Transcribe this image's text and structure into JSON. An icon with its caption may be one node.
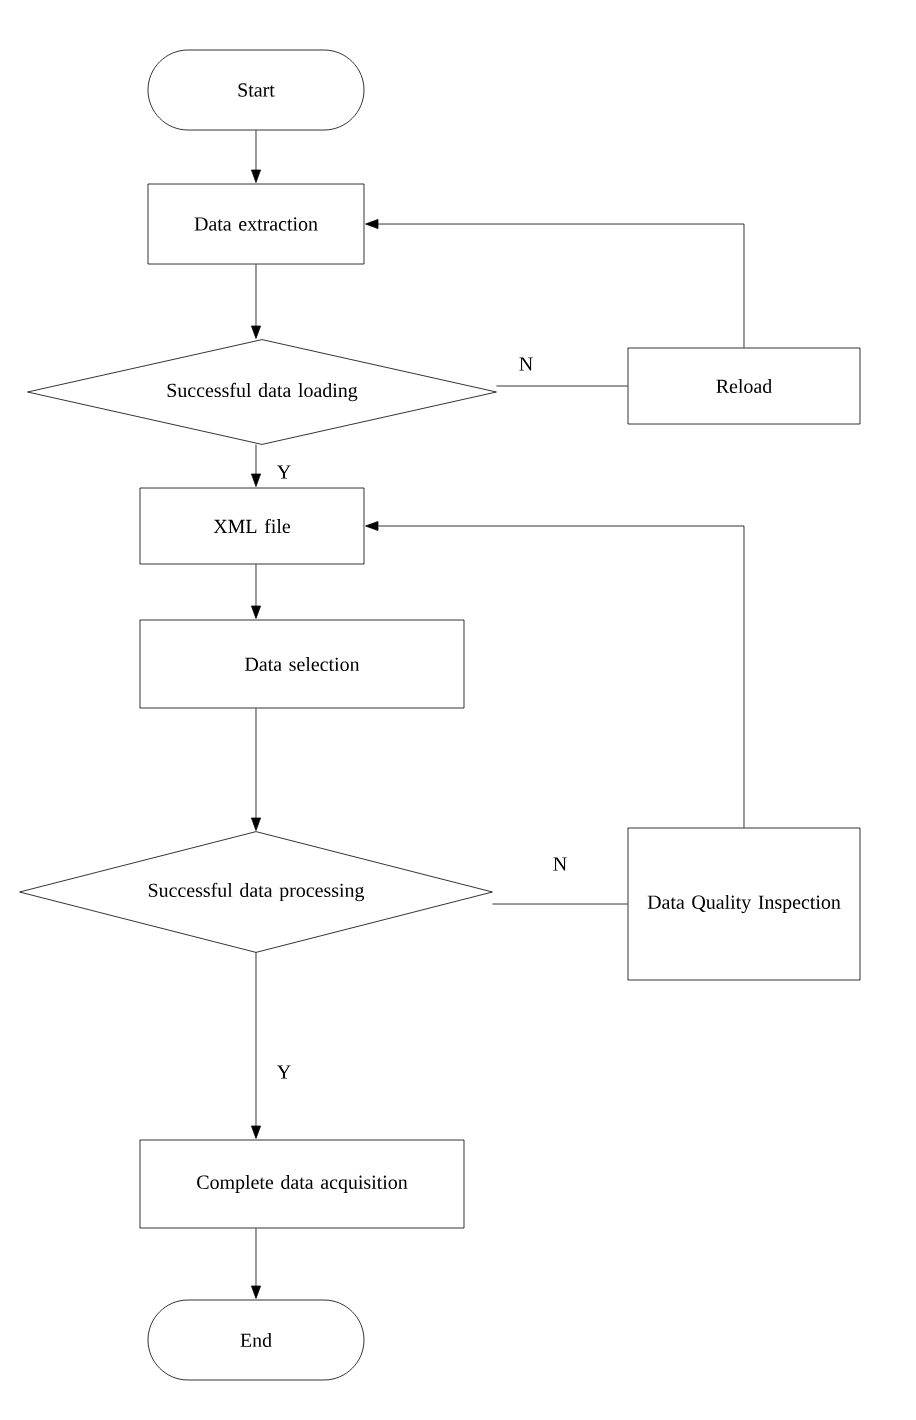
{
  "diagram": {
    "nodes": [
      {
        "text": [
          "Start"
        ]
      },
      {
        "text": [
          "Data extraction"
        ]
      },
      {
        "text": [
          "Successful data loading"
        ]
      },
      {
        "text": [
          "Reload"
        ]
      },
      {
        "text": [
          "XML file"
        ]
      },
      {
        "text": [
          "Data selection"
        ]
      },
      {
        "text": [
          "Successful data processing"
        ]
      },
      {
        "text": [
          "Data Quality Inspection"
        ]
      },
      {
        "text": [
          "Complete data acquisition"
        ]
      },
      {
        "text": [
          "End"
        ]
      }
    ],
    "edges": [
      {
        "from": 0,
        "to": 1,
        "arrow": "to"
      },
      {
        "from": 1,
        "to": 2,
        "arrow": "to"
      },
      {
        "from": 2,
        "to": 3,
        "arrow": "none",
        "label": "N"
      },
      {
        "from": 3,
        "to": 1,
        "arrow": "to"
      },
      {
        "from": 2,
        "to": 4,
        "arrow": "to",
        "label": "Y"
      },
      {
        "from": 4,
        "to": 5,
        "arrow": "to"
      },
      {
        "from": 5,
        "to": 6,
        "arrow": "to"
      },
      {
        "from": 6,
        "to": 7,
        "arrow": "none",
        "label": "N"
      },
      {
        "from": 7,
        "to": 4,
        "arrow": "to"
      },
      {
        "from": 6,
        "to": 8,
        "arrow": "to",
        "label": "Y"
      },
      {
        "from": 8,
        "to": 9,
        "arrow": "to"
      }
    ]
  }
}
